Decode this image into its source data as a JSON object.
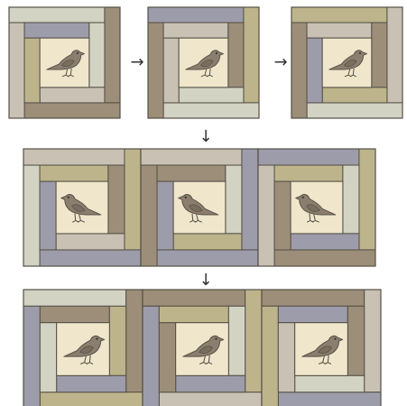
{
  "diagram": {
    "arrow_glyph_right": "→",
    "arrow_glyph_down": "↓",
    "colors": {
      "olive": "#bdb48c",
      "taupe": "#9c8e78",
      "slate": "#9d9caa",
      "sage": "#d2d3c3",
      "stone": "#c8c1b4",
      "cream": "#efe6cb",
      "bird": "#8b7e6e",
      "outline": "#555047"
    },
    "rows": [
      {
        "name": "row-1-single-blocks",
        "block_count": 3,
        "layout": "separate-with-arrows"
      },
      {
        "name": "row-2-three-block-strip",
        "block_count": 3,
        "layout": "joined-strip"
      },
      {
        "name": "row-3-three-block-strip",
        "block_count": 3,
        "layout": "joined-strip"
      }
    ],
    "block_motif": "bird",
    "block_style": "log-cabin"
  }
}
